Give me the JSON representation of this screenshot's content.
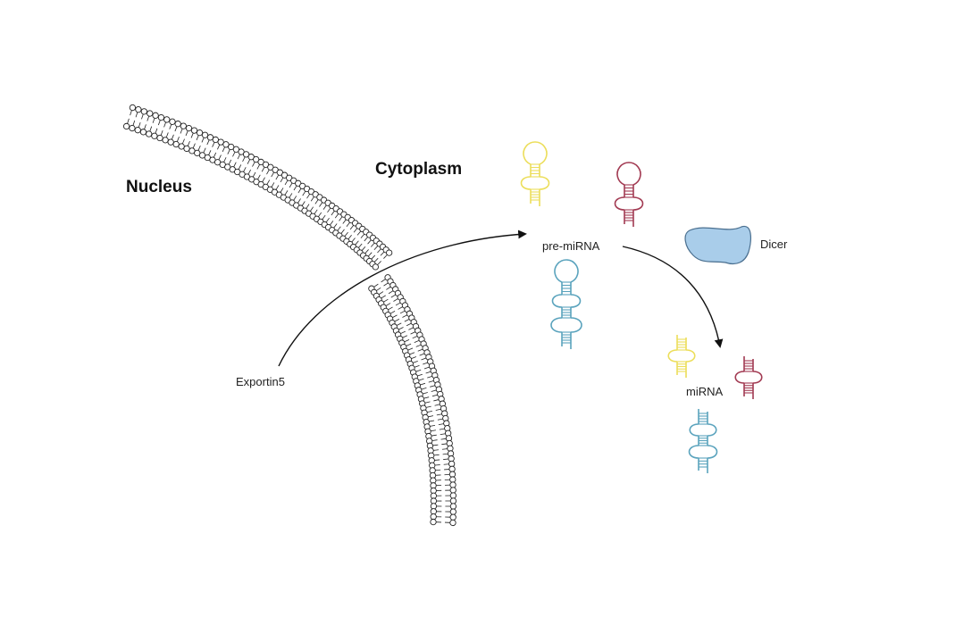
{
  "labels": {
    "nucleus": "Nucleus",
    "cytoplasm": "Cytoplasm",
    "exportin": "Exportin5",
    "pre_mirna": "pre-miRNA",
    "dicer": "Dicer",
    "mirna": "miRNA"
  },
  "colors": {
    "yellow": "#ecde5a",
    "red": "#a23a52",
    "blue": "#5aa3bd",
    "dicer_fill": "#a9cdea",
    "dicer_stroke": "#4a6f8f",
    "membrane": "#222222",
    "arrow": "#111111"
  }
}
